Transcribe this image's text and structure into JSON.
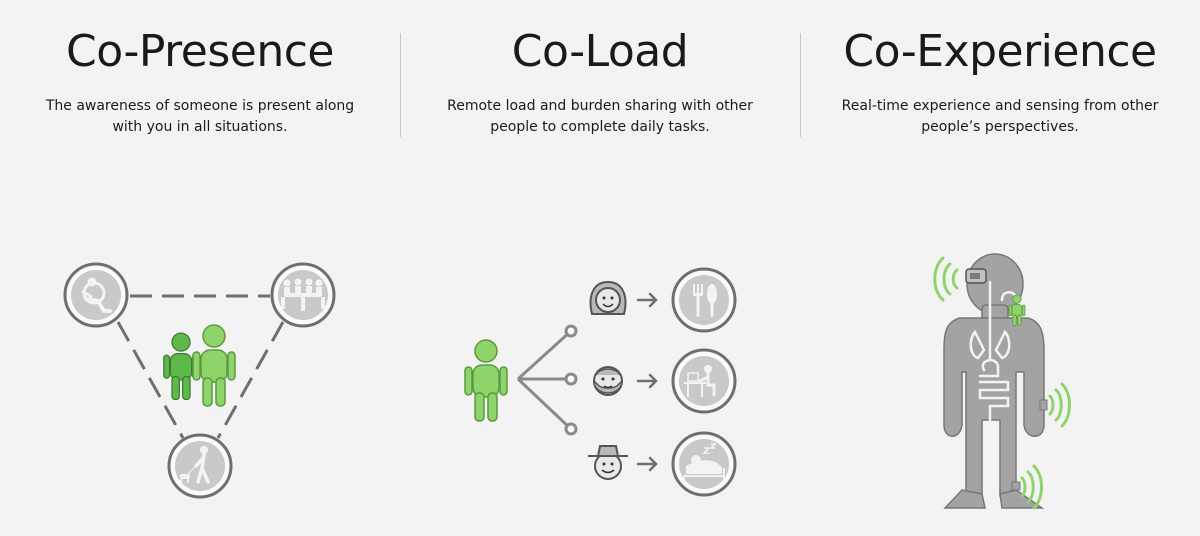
{
  "columns": [
    {
      "title": "Co-Presence",
      "description": "The awareness of someone is present along with you in all situations."
    },
    {
      "title": "Co-Load",
      "description": "Remote load and burden sharing with other people to complete daily tasks."
    },
    {
      "title": "Co-Experience",
      "description": "Real-time experience and sensing from other people’s perspectives."
    }
  ],
  "colors": {
    "accent": "#8fd46a",
    "accent_dark": "#5fb84a",
    "circle_fill": "#c9c9c9",
    "ring": "#6f6f6f",
    "body_gray": "#a3a3a3",
    "line": "#8a8a8a"
  },
  "icons": {
    "co_presence": [
      "driving-icon",
      "meeting-icon",
      "dog-walk-icon",
      "couple-icon"
    ],
    "co_load": [
      "person-icon",
      "woman-face-icon",
      "bearded-face-icon",
      "cowboy-face-icon",
      "fork-knife-icon",
      "desk-work-icon",
      "sleeping-icon"
    ],
    "co_experience": [
      "human-body-icon",
      "vr-headset-icon",
      "signal-wave-icon",
      "small-person-icon"
    ]
  }
}
